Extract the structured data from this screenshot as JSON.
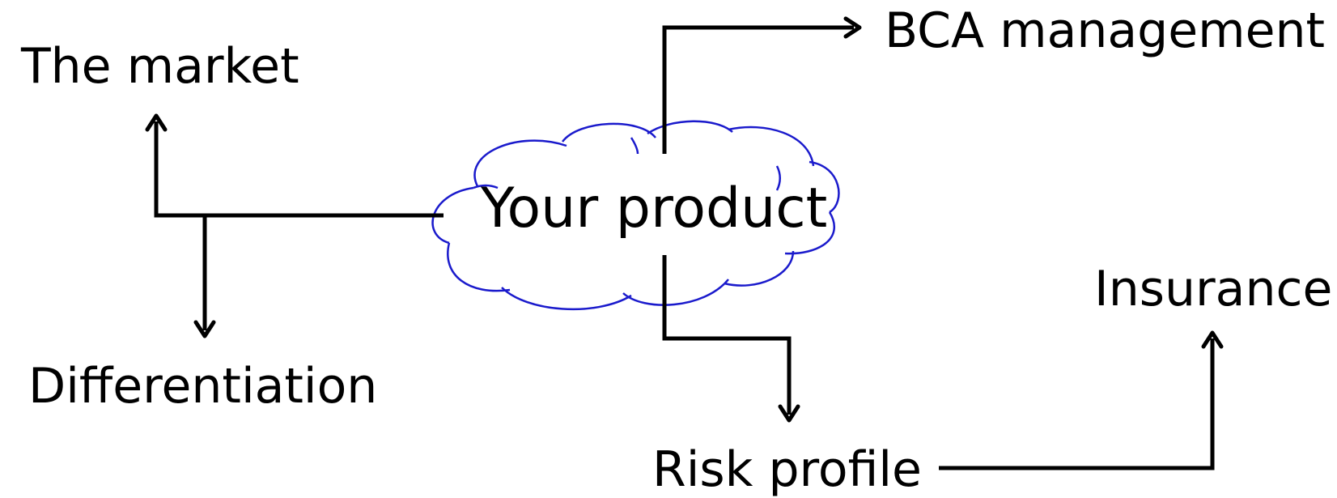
{
  "diagram": {
    "center": {
      "label": "Your product"
    },
    "nodes": {
      "market": {
        "label": "The market"
      },
      "differentiation": {
        "label": "Differentiation"
      },
      "bca_management": {
        "label": "BCA management"
      },
      "risk_profile": {
        "label": "Risk profile"
      },
      "insurance": {
        "label": "Insurance"
      }
    },
    "colors": {
      "text": "#000000",
      "connector": "#000000",
      "cloud_outline": "#1a1acc",
      "background": "#ffffff"
    }
  }
}
